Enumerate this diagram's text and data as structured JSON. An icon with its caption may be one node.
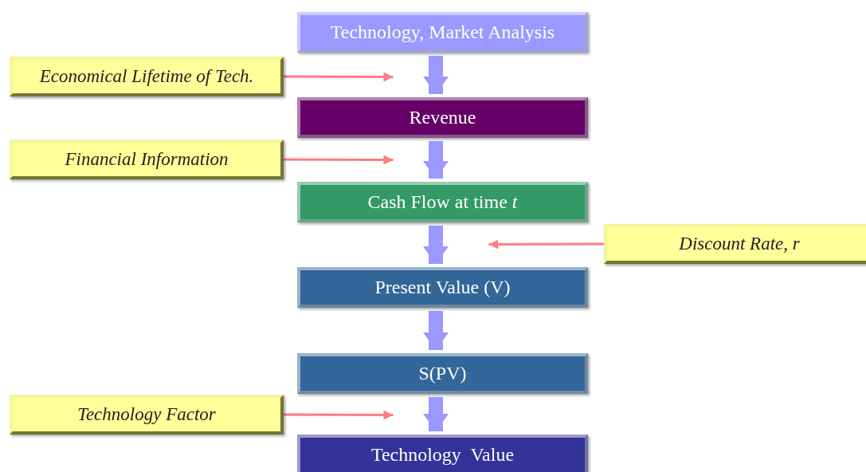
{
  "diagram": {
    "nodes": [
      {
        "text": [
          "Technology, Market Analysis"
        ]
      },
      {
        "text": [
          "Revenue"
        ]
      },
      {
        "text": [
          "Cash Flow at time *t*"
        ]
      },
      {
        "text": [
          "Present Value (V)"
        ]
      },
      {
        "text": [
          "S(PV)"
        ]
      },
      {
        "text": [
          "Technology  Value"
        ]
      },
      {
        "text": [
          "Economical Lifetime of Tech."
        ]
      },
      {
        "text": [
          "Financial Information"
        ]
      },
      {
        "text": [
          "Discount Rate, *r*"
        ]
      },
      {
        "text": [
          "Technology Factor"
        ]
      }
    ],
    "edges": [
      {
        "from": 0,
        "to": 1,
        "arrow": "to"
      },
      {
        "from": 1,
        "to": 2,
        "arrow": "to"
      },
      {
        "from": 2,
        "to": 3,
        "arrow": "to"
      },
      {
        "from": 3,
        "to": 4,
        "arrow": "to"
      },
      {
        "from": 4,
        "to": 5,
        "arrow": "to"
      },
      {
        "from": 6,
        "to": 1,
        "arrow": "to",
        "color": "#ff7c80"
      },
      {
        "from": 7,
        "to": 1,
        "arrow": "to",
        "color": "#ff7c80"
      },
      {
        "from": 8,
        "to": 2,
        "arrow": "to",
        "color": "#ff7c80"
      },
      {
        "from": 9,
        "to": 4,
        "arrow": "to",
        "color": "#ff7c80"
      }
    ]
  }
}
